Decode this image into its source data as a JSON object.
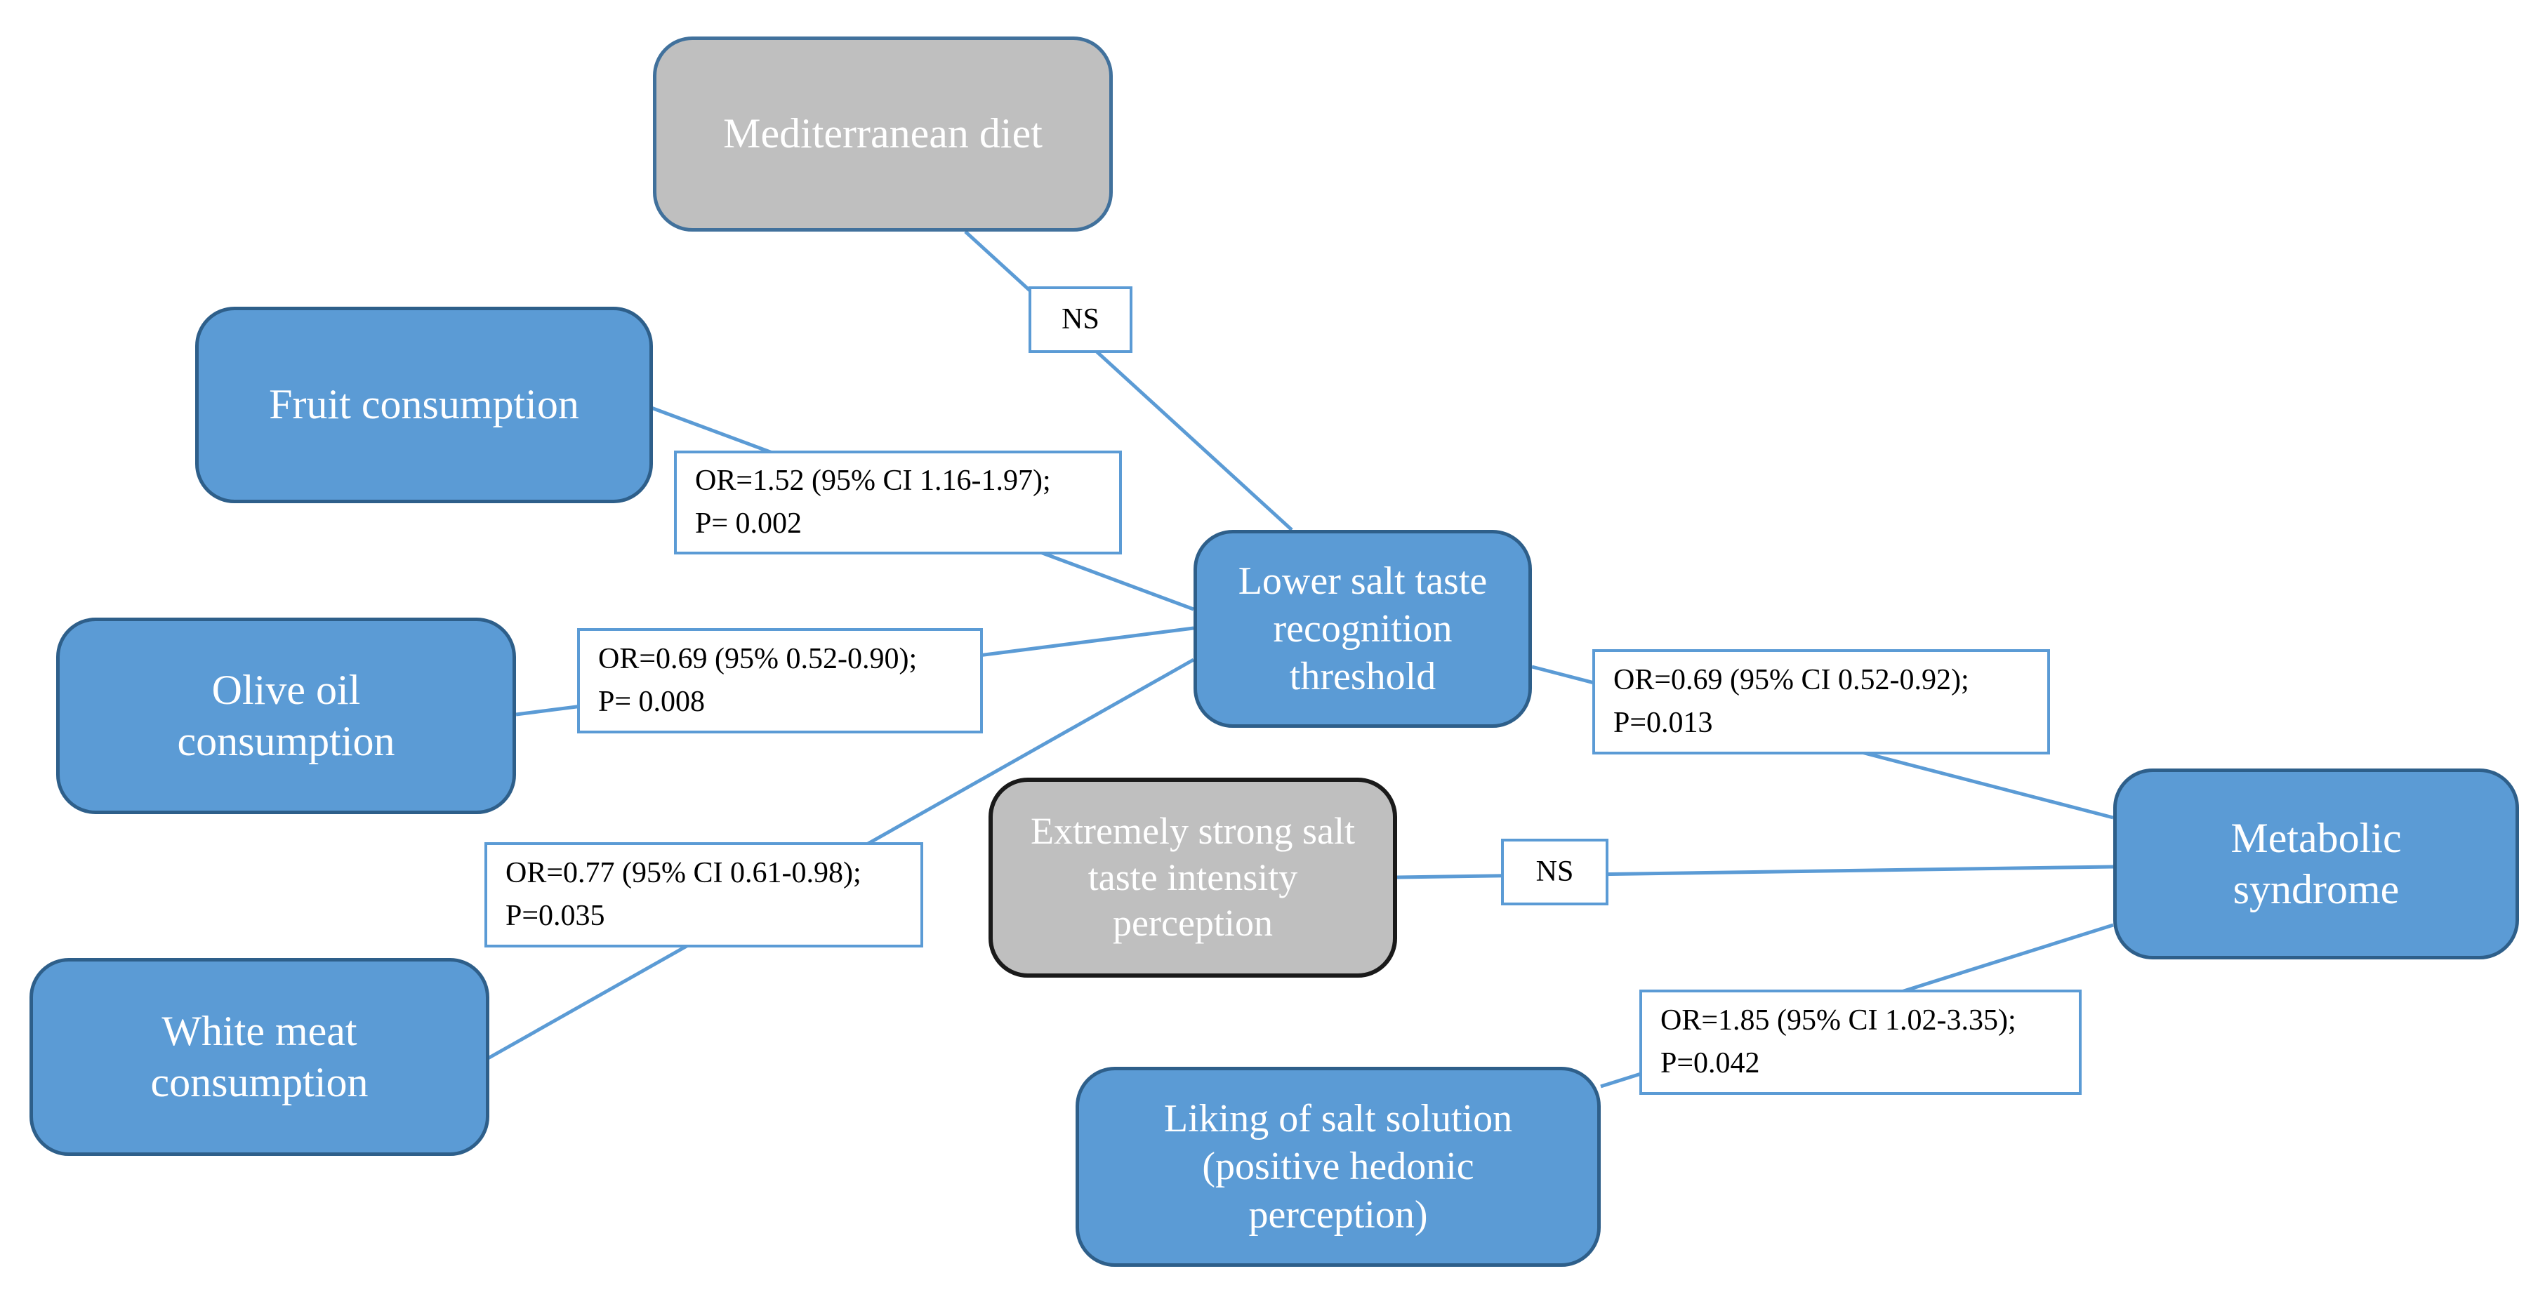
{
  "nodes": {
    "mediterranean": "Mediterranean diet",
    "fruit": "Fruit consumption",
    "olive": "Olive oil\nconsumption",
    "white_meat": "White meat\nconsumption",
    "threshold": "Lower salt taste\nrecognition\nthreshold",
    "extreme": "Extremely strong salt\ntaste intensity\nperception",
    "metabolic": "Metabolic\nsyndrome",
    "liking": "Liking of salt solution\n(positive hedonic\nperception)"
  },
  "labels": {
    "ns_mediterranean": "NS",
    "fruit": "OR=1.52 (95% CI 1.16-1.97);\nP= 0.002",
    "olive": "OR=0.69 (95% 0.52-0.90);\nP= 0.008",
    "white_meat": "OR=0.77 (95% CI 0.61-0.98);\nP=0.035",
    "threshold_metabolic": "OR=0.69 (95% CI 0.52-0.92);\nP=0.013",
    "ns_extreme": "NS",
    "liking": "OR=1.85 (95% CI 1.02-3.35);\nP=0.042"
  },
  "colors": {
    "node_fill": "#5b9bd5",
    "node_border": "#2e5f8a",
    "grey_fill": "#bfbfbf",
    "connector": "#5b9bd5"
  }
}
